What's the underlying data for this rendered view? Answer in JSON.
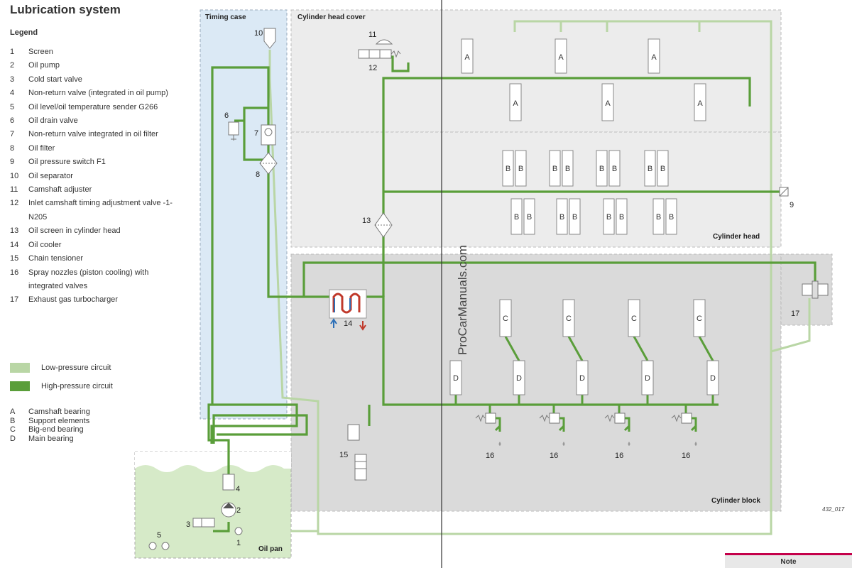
{
  "title": "Lubrication system",
  "legend": {
    "heading": "Legend",
    "items": [
      {
        "num": "1",
        "text": "Screen"
      },
      {
        "num": "2",
        "text": "Oil pump"
      },
      {
        "num": "3",
        "text": "Cold start valve"
      },
      {
        "num": "4",
        "text": "Non-return valve (integrated in oil pump)"
      },
      {
        "num": "5",
        "text": "Oil level/oil temperature sender G266"
      },
      {
        "num": "6",
        "text": "Oil drain valve"
      },
      {
        "num": "7",
        "text": "Non-return valve integrated in oil filter"
      },
      {
        "num": "8",
        "text": "Oil filter"
      },
      {
        "num": "9",
        "text": "Oil pressure switch F1"
      },
      {
        "num": "10",
        "text": "Oil separator"
      },
      {
        "num": "11",
        "text": "Camshaft adjuster"
      },
      {
        "num": "12",
        "text": "Inlet camshaft timing adjustment valve -1- N205"
      },
      {
        "num": "13",
        "text": "Oil screen in cylinder head"
      },
      {
        "num": "14",
        "text": "Oil cooler"
      },
      {
        "num": "15",
        "text": "Chain tensioner"
      },
      {
        "num": "16",
        "text": "Spray nozzles (piston cooling) with integrated valves"
      },
      {
        "num": "17",
        "text": "Exhaust gas turbocharger"
      }
    ]
  },
  "circuits": {
    "low": {
      "label": "Low-pressure circuit",
      "color": "#b9d6a5"
    },
    "high": {
      "label": "High-pressure circuit",
      "color": "#5a9e3a"
    }
  },
  "bearing_key": [
    {
      "letter": "A",
      "text": "Camshaft bearing"
    },
    {
      "letter": "B",
      "text": "Support elements"
    },
    {
      "letter": "C",
      "text": "Big-end bearing"
    },
    {
      "letter": "D",
      "text": "Main bearing"
    }
  ],
  "regions": {
    "timing_case": "Timing case",
    "cylinder_head_cover": "Cylinder head cover",
    "cylinder_head": "Cylinder head",
    "cylinder_block": "Cylinder block",
    "oil_pan": "Oil pan"
  },
  "bearings": {
    "a": "A",
    "b": "B",
    "c": "C",
    "d": "D"
  },
  "component_numbers": {
    "n1": "1",
    "n2": "2",
    "n3": "3",
    "n4": "4",
    "n5": "5",
    "n6": "6",
    "n7": "7",
    "n8": "8",
    "n9": "9",
    "n10": "10",
    "n11": "11",
    "n12": "12",
    "n13": "13",
    "n14": "14",
    "n15": "15",
    "n16": "16",
    "n17": "17"
  },
  "figure_id": "432_017",
  "watermark": "ProCarManuals.com",
  "note": "Note",
  "icons": [
    "oil-pump-icon",
    "oil-filter-icon",
    "oil-cooler-icon",
    "valve-icon",
    "spray-nozzle-icon",
    "pressure-switch-icon",
    "turbocharger-icon"
  ]
}
